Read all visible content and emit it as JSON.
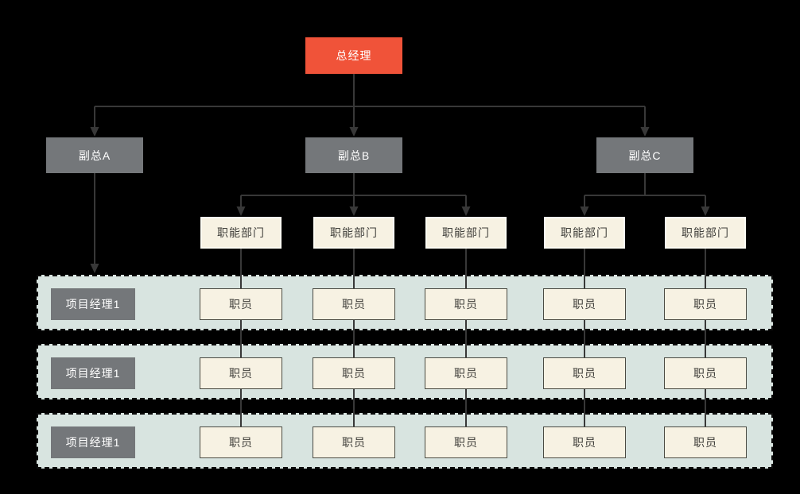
{
  "org": {
    "general_manager": {
      "label": "总经理"
    },
    "vps": [
      {
        "label": "副总A"
      },
      {
        "label": "副总B"
      },
      {
        "label": "副总C"
      }
    ],
    "departments": [
      {
        "label": "职能部门"
      },
      {
        "label": "职能部门"
      },
      {
        "label": "职能部门"
      },
      {
        "label": "职能部门"
      },
      {
        "label": "职能部门"
      }
    ],
    "rows": [
      {
        "manager": {
          "label": "项目经理1"
        },
        "staff": [
          {
            "label": "职员"
          },
          {
            "label": "职员"
          },
          {
            "label": "职员"
          },
          {
            "label": "职员"
          },
          {
            "label": "职员"
          }
        ]
      },
      {
        "manager": {
          "label": "项目经理1"
        },
        "staff": [
          {
            "label": "职员"
          },
          {
            "label": "职员"
          },
          {
            "label": "职员"
          },
          {
            "label": "职员"
          },
          {
            "label": "职员"
          }
        ]
      },
      {
        "manager": {
          "label": "项目经理1"
        },
        "staff": [
          {
            "label": "职员"
          },
          {
            "label": "职员"
          },
          {
            "label": "职员"
          },
          {
            "label": "职员"
          },
          {
            "label": "职员"
          }
        ]
      }
    ]
  },
  "colors": {
    "background": "#000000",
    "root_fill": "#f05339",
    "vp_fill": "#74777a",
    "dept_fill": "#f7f2e3",
    "dept_border": "#fdfcf3",
    "staff_border": "#4a4a42",
    "band_fill": "#d8e4e0",
    "band_border": "#0c0c0c",
    "connector": "#383838",
    "text_light": "#ffffff",
    "text_dark": "#3f3e3a"
  }
}
